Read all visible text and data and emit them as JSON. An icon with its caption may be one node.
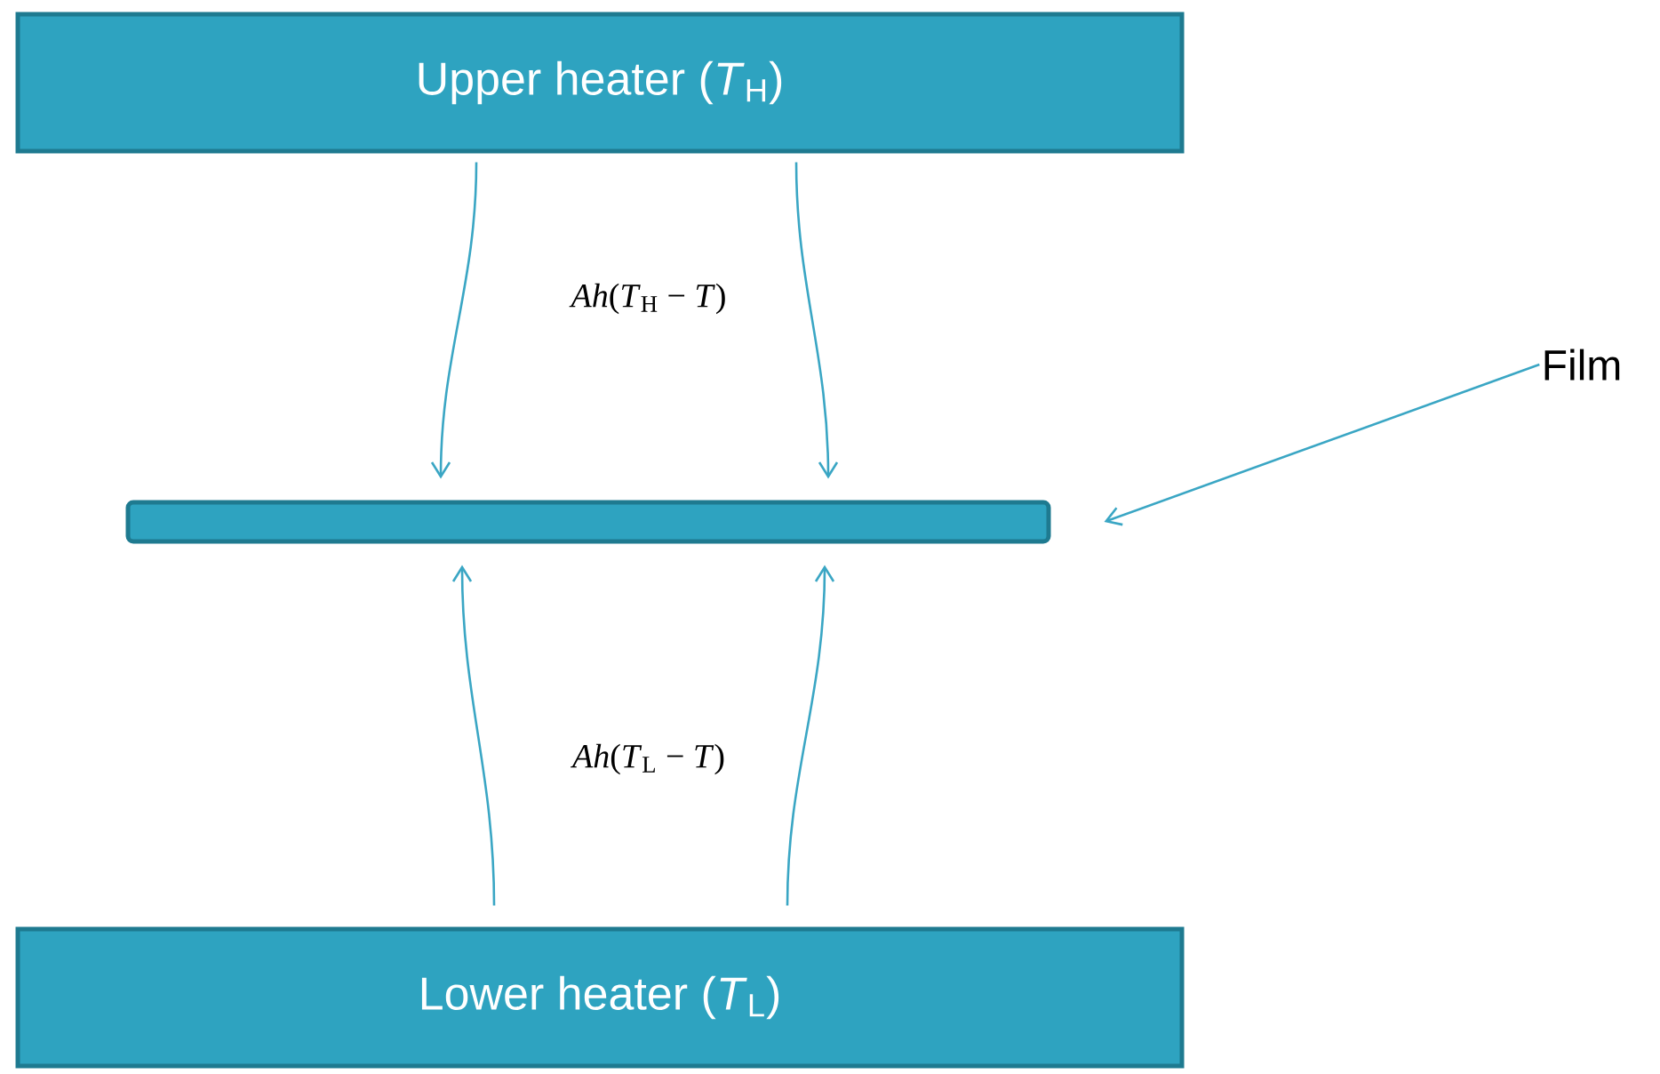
{
  "diagram": {
    "nodes": [
      {
        "text": [
          "Upper heater (*T*$_{H}$)"
        ]
      },
      {
        "text": [],
        "shape": "bar"
      },
      {
        "text": [
          "Lower heater (*T*$_{L}$)"
        ]
      },
      {
        "text": [
          "Film"
        ]
      }
    ],
    "edges": [
      {
        "from": 0,
        "to": 1,
        "arrow": "to"
      },
      {
        "from": 0,
        "to": 1,
        "arrow": "to"
      },
      {
        "from": 2,
        "to": 1,
        "arrow": "to"
      },
      {
        "from": 2,
        "to": 1,
        "arrow": "to"
      },
      {
        "from": 3,
        "to": 1,
        "arrow": "to"
      }
    ],
    "labels": [
      "*Ah*(*T*$_{H}$ − *T*)",
      "*Ah*(*T*$_{L}$ − *T*)"
    ]
  }
}
